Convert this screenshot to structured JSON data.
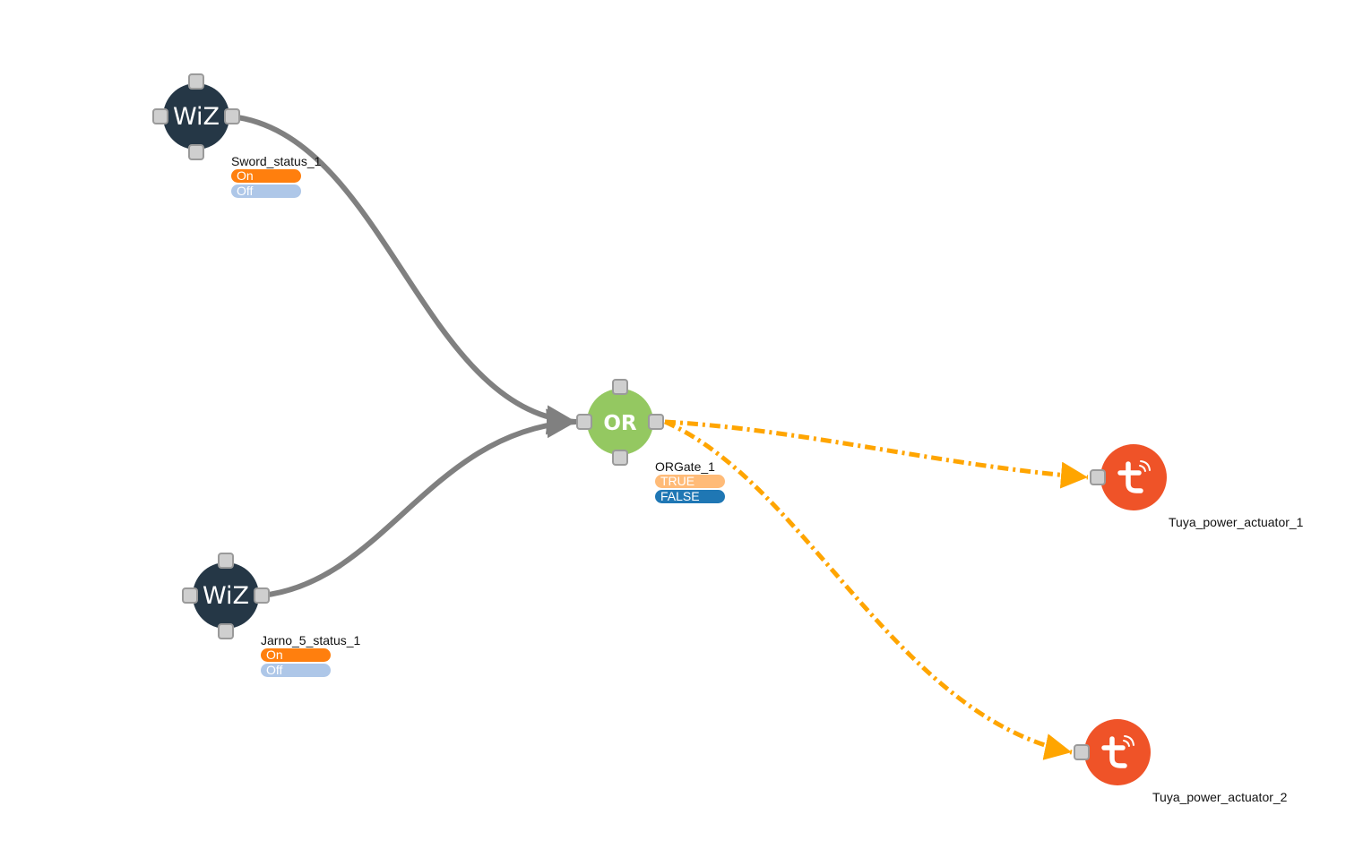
{
  "colors": {
    "wiz_node": "#253746",
    "or_node": "#94c861",
    "tuya_node": "#ef5328",
    "port_fill": "#cfcfcf",
    "port_stroke": "#9a9a9a",
    "edge_solid": "#808080",
    "edge_active": "#ffa500",
    "pill_on": "#ff7f0e",
    "pill_off": "#aec7e8",
    "pill_true": "#ffbb78",
    "pill_false": "#1f77b4"
  },
  "nodes": {
    "sword": {
      "icon": "wiz-logo",
      "logo_text": "WiZ",
      "label": "Sword_status_1",
      "states": [
        "On",
        "Off"
      ]
    },
    "jarno": {
      "icon": "wiz-logo",
      "logo_text": "WiZ",
      "label": "Jarno_5_status_1",
      "states": [
        "On",
        "Off"
      ]
    },
    "orgate": {
      "icon": "or-gate",
      "logo_text": "OR",
      "label": "ORGate_1",
      "states": [
        "TRUE",
        "FALSE"
      ]
    },
    "tuya1": {
      "icon": "tuya-logo",
      "label": "Tuya_power_actuator_1"
    },
    "tuya2": {
      "icon": "tuya-logo",
      "label": "Tuya_power_actuator_2"
    }
  }
}
